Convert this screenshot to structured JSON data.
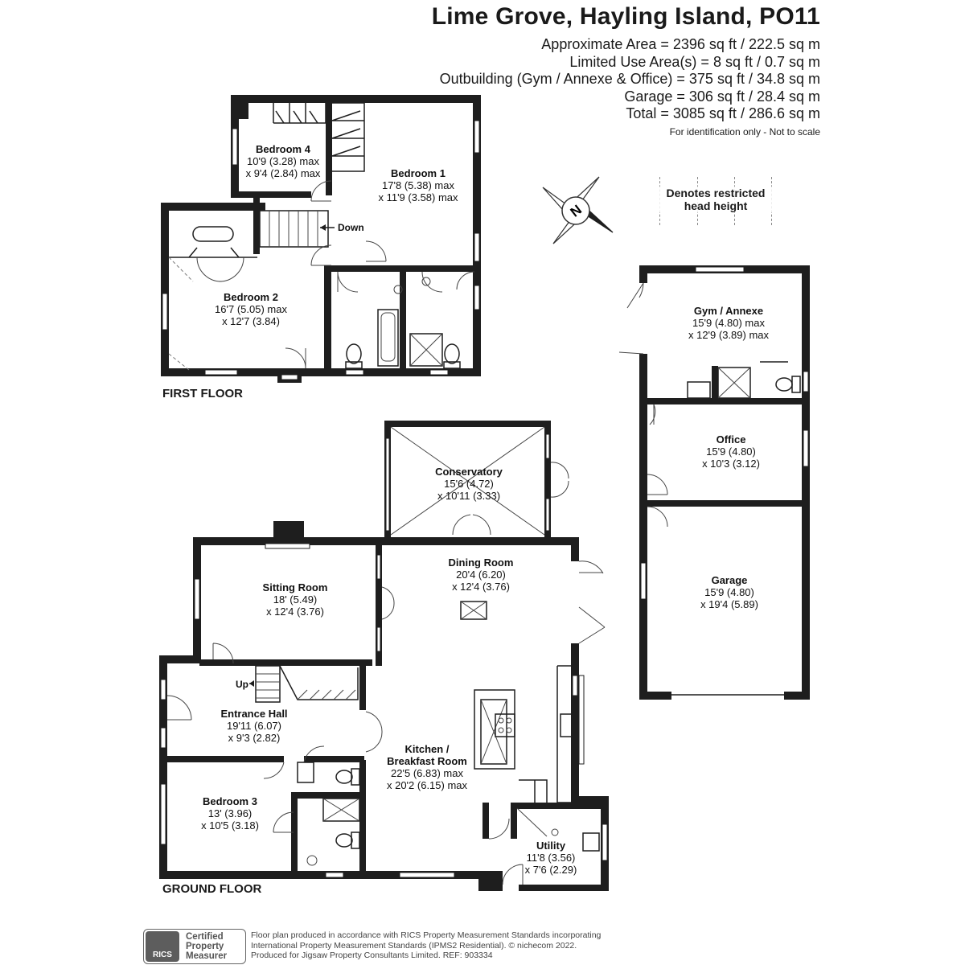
{
  "header": {
    "title": "Lime Grove, Hayling Island, PO11",
    "areas": [
      "Approximate Area = 2396 sq ft / 222.5 sq m",
      "Limited Use Area(s) = 8 sq ft / 0.7 sq m",
      "Outbuilding (Gym / Annexe & Office) = 375 sq ft / 34.8 sq m",
      "Garage = 306 sq ft / 28.4 sq m",
      "Total = 3085 sq ft / 286.6 sq m"
    ],
    "disclaimer": "For identification only - Not to scale"
  },
  "legend": {
    "restricted_line1": "Denotes restricted",
    "restricted_line2": "head height"
  },
  "compass": {
    "label": "N"
  },
  "floors": {
    "first": "FIRST FLOOR",
    "ground": "GROUND FLOOR"
  },
  "stairs": {
    "down": "Down",
    "up": "Up"
  },
  "rooms": {
    "bedroom4": {
      "name": "Bedroom 4",
      "dim1": "10'9 (3.28) max",
      "dim2": "x 9'4 (2.84) max"
    },
    "bedroom1": {
      "name": "Bedroom 1",
      "dim1": "17'8 (5.38) max",
      "dim2": "x 11'9 (3.58) max"
    },
    "bedroom2": {
      "name": "Bedroom 2",
      "dim1": "16'7 (5.05) max",
      "dim2": "x 12'7 (3.84)"
    },
    "gym": {
      "name": "Gym / Annexe",
      "dim1": "15'9 (4.80) max",
      "dim2": "x 12'9 (3.89) max"
    },
    "office": {
      "name": "Office",
      "dim1": "15'9 (4.80)",
      "dim2": "x 10'3 (3.12)"
    },
    "garage": {
      "name": "Garage",
      "dim1": "15'9 (4.80)",
      "dim2": "x 19'4 (5.89)"
    },
    "conservatory": {
      "name": "Conservatory",
      "dim1": "15'6 (4.72)",
      "dim2": "x 10'11 (3.33)"
    },
    "dining": {
      "name": "Dining Room",
      "dim1": "20'4 (6.20)",
      "dim2": "x 12'4 (3.76)"
    },
    "sitting": {
      "name": "Sitting Room",
      "dim1": "18' (5.49)",
      "dim2": "x 12'4 (3.76)"
    },
    "hall": {
      "name": "Entrance Hall",
      "dim1": "19'11 (6.07)",
      "dim2": "x 9'3 (2.82)"
    },
    "kitchen": {
      "name1": "Kitchen /",
      "name2": "Breakfast Room",
      "dim1": "22'5 (6.83) max",
      "dim2": "x 20'2 (6.15) max"
    },
    "bedroom3": {
      "name": "Bedroom 3",
      "dim1": "13' (3.96)",
      "dim2": "x 10'5 (3.18)"
    },
    "utility": {
      "name": "Utility",
      "dim1": "11'8 (3.56)",
      "dim2": "x 7'6 (2.29)"
    }
  },
  "footer": {
    "logo_mark": "RICS",
    "logo_text": [
      "Certified",
      "Property",
      "Measurer"
    ],
    "lines": [
      "Floor plan produced in accordance with RICS Property Measurement Standards incorporating",
      "International Property Measurement Standards (IPMS2 Residential).   © nichecom 2022.",
      "Produced for Jigsaw Property Consultants Limited.   REF:  903334"
    ]
  }
}
